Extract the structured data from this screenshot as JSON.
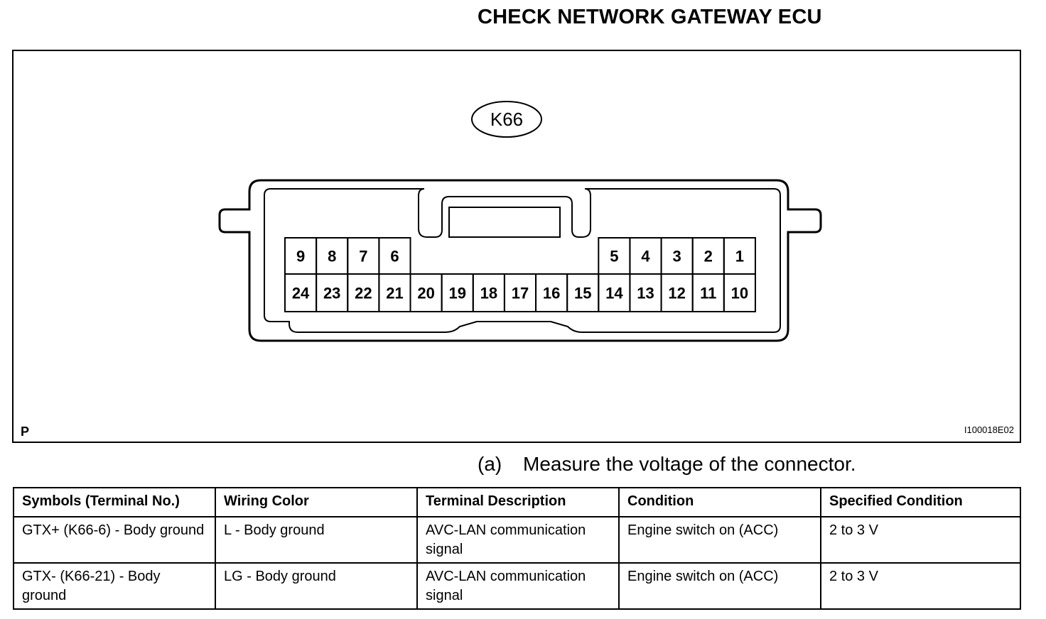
{
  "title": "CHECK NETWORK GATEWAY ECU",
  "figure": {
    "connector_label": "K66",
    "corner_letter": "P",
    "figure_id": "I100018E02",
    "pins_top_left": [
      "9",
      "8",
      "7",
      "6"
    ],
    "pins_top_right": [
      "5",
      "4",
      "3",
      "2",
      "1"
    ],
    "pins_bottom": [
      "24",
      "23",
      "22",
      "21",
      "20",
      "19",
      "18",
      "17",
      "16",
      "15",
      "14",
      "13",
      "12",
      "11",
      "10"
    ]
  },
  "step": {
    "label": "(a)",
    "text": "Measure the voltage of the connector."
  },
  "table": {
    "headers": [
      "Symbols (Terminal No.)",
      "Wiring Color",
      "Terminal Description",
      "Condition",
      "Specified Condition"
    ],
    "rows": [
      [
        "GTX+ (K66-6) - Body ground",
        "L - Body ground",
        "AVC-LAN communication signal",
        "Engine switch on (ACC)",
        "2 to 3 V"
      ],
      [
        "GTX- (K66-21) - Body ground",
        "LG - Body ground",
        "AVC-LAN communication signal",
        "Engine switch on (ACC)",
        "2 to 3 V"
      ]
    ]
  }
}
